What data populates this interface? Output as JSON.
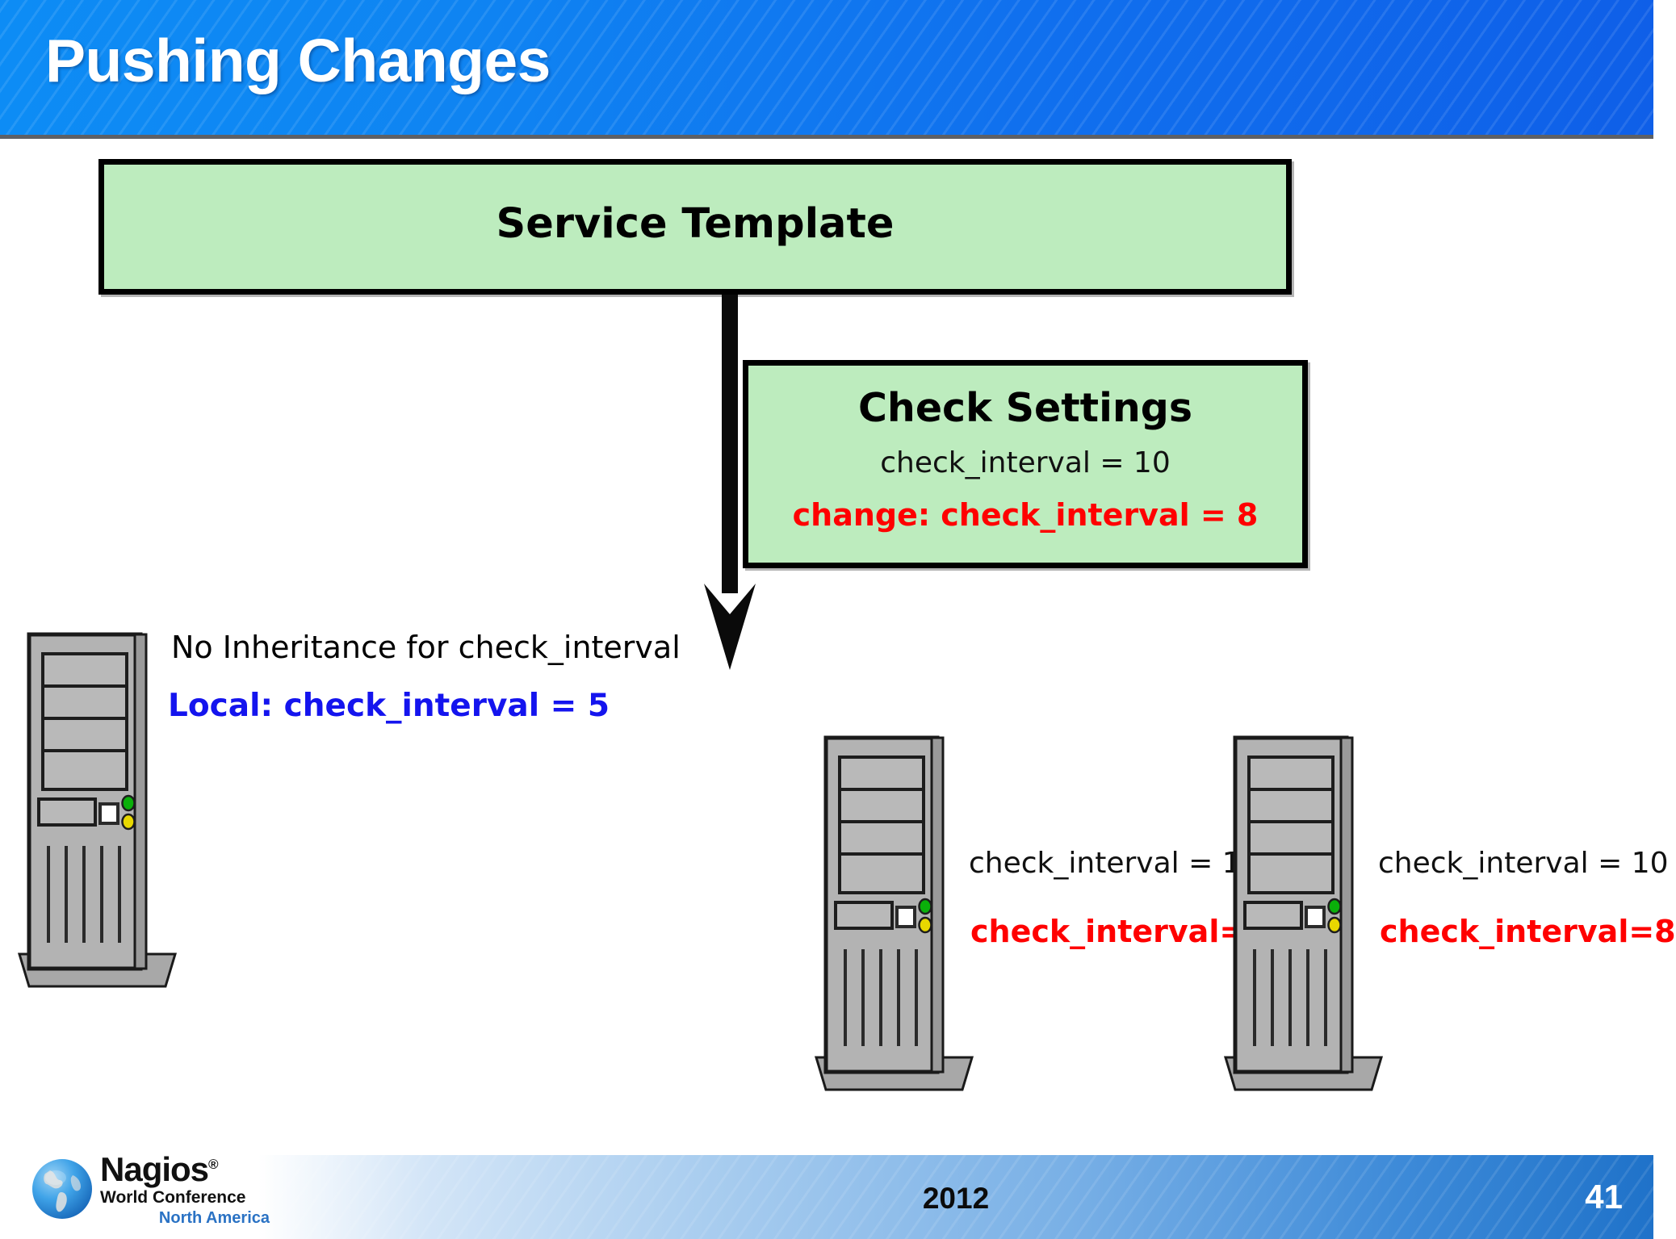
{
  "header": {
    "title": "Pushing Changes"
  },
  "diagram": {
    "service_template": {
      "label": "Service Template"
    },
    "check_settings": {
      "title": "Check Settings",
      "current_value": "check_interval = 10",
      "change_value": "change: check_interval = 8"
    },
    "arrow": {
      "name": "down-arrow",
      "direction": "down"
    },
    "local_notes": {
      "no_inheritance": "No Inheritance for check_interval",
      "local_value": "Local: check_interval = 5"
    },
    "servers": [
      {
        "id": "server-left",
        "inherits": false,
        "labels": []
      },
      {
        "id": "server-mid",
        "inherits": true,
        "labels": [
          {
            "text": "check_interval = 10",
            "color": "#111111"
          },
          {
            "text": "check_interval=8",
            "color": "#ff0000"
          }
        ]
      },
      {
        "id": "server-right",
        "inherits": true,
        "labels": [
          {
            "text": "check_interval = 10",
            "color": "#111111"
          },
          {
            "text": "check_interval=8",
            "color": "#ff0000"
          }
        ]
      }
    ]
  },
  "footer": {
    "year": "2012",
    "page_number": "41",
    "logo": {
      "name": "Nagios",
      "registered_mark": "®",
      "subtitle1": "World Conference",
      "subtitle2": "North America"
    }
  },
  "colors": {
    "header_blue_light": "#0d8cf5",
    "header_blue_dark": "#0f5fe8",
    "box_green": "#bdecbe",
    "accent_red": "#ff0000",
    "accent_blue": "#1414ee",
    "logo_blue": "#2a72c4",
    "server_body": "#b3b3b3",
    "led_green": "#0ab00a",
    "led_yellow": "#e8d800"
  }
}
